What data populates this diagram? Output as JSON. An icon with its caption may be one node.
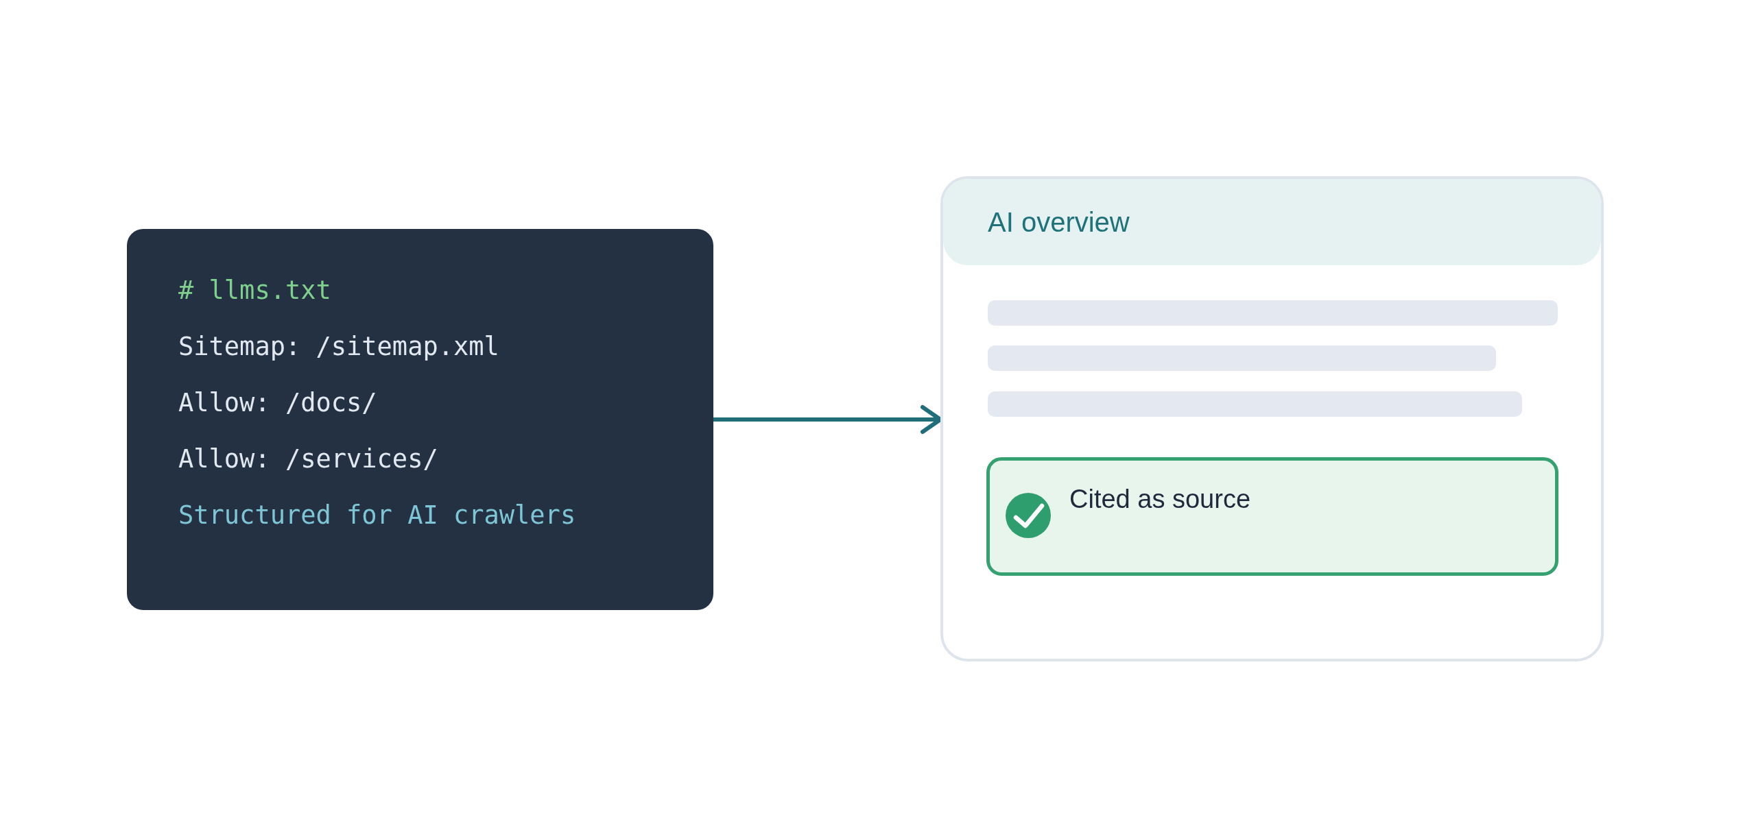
{
  "diagram": {
    "nodes": [
      {
        "text": [
          "# llms.txt",
          "Sitemap: /sitemap.xml",
          "Allow: /docs/",
          "Allow: /services/",
          "Structured for AI crawlers"
        ]
      },
      {
        "text": [
          "AI overview"
        ]
      },
      {
        "text": [
          "Cited as source"
        ],
        "in": 1
      }
    ],
    "edges": [
      {
        "from": 0,
        "to": 1,
        "arrow": "to"
      }
    ]
  }
}
